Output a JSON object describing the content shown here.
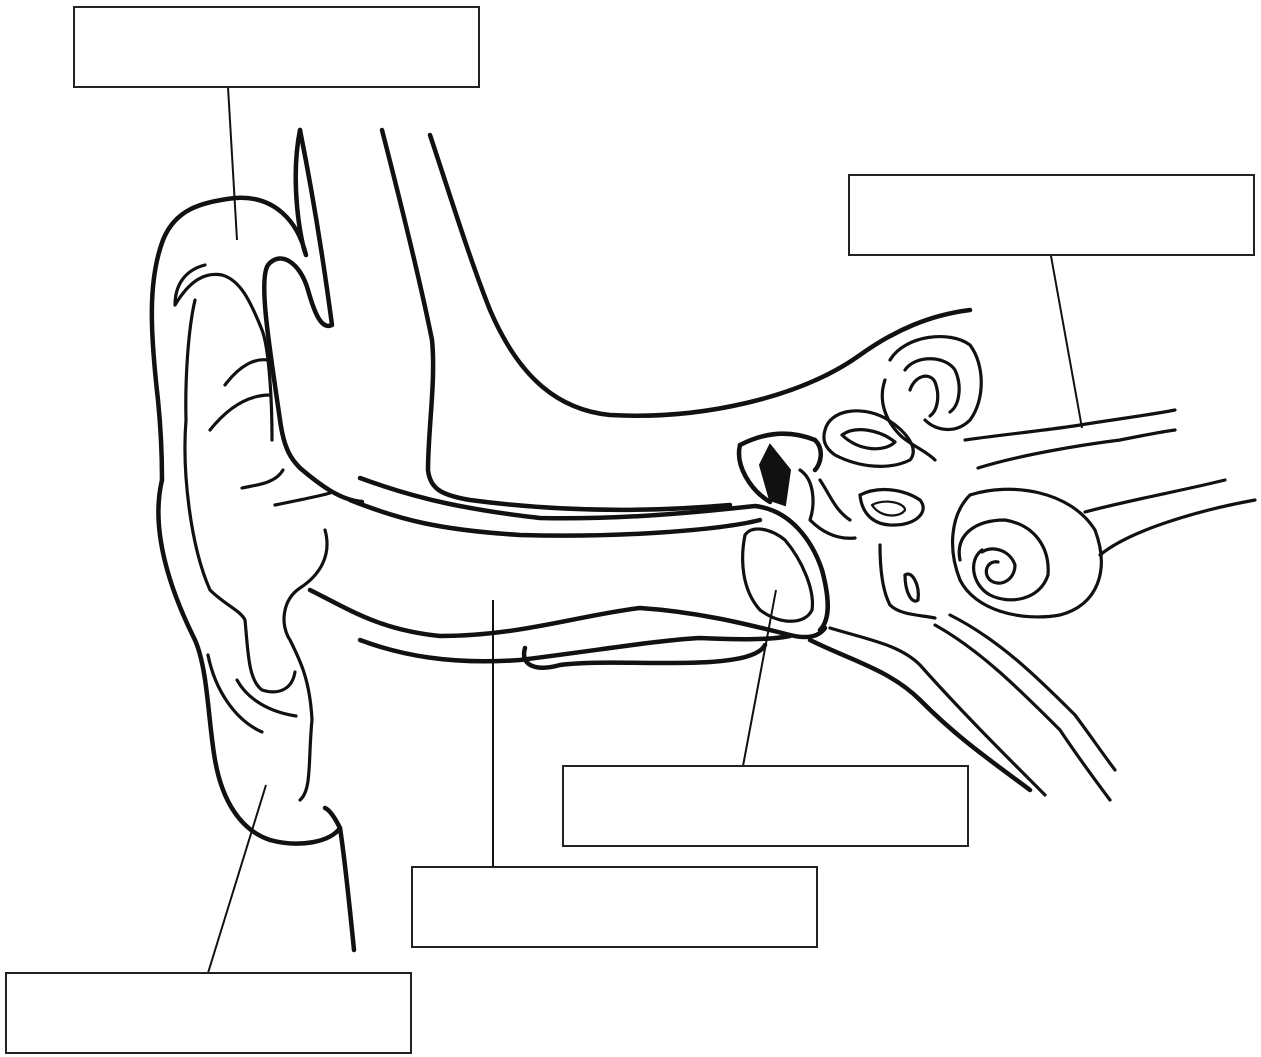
{
  "diagram": {
    "labels": [
      {
        "id": "pinna",
        "text": ""
      },
      {
        "id": "cochlea",
        "text": ""
      },
      {
        "id": "eardrum",
        "text": ""
      },
      {
        "id": "ear-canal",
        "text": ""
      },
      {
        "id": "earlobe",
        "text": ""
      }
    ]
  }
}
